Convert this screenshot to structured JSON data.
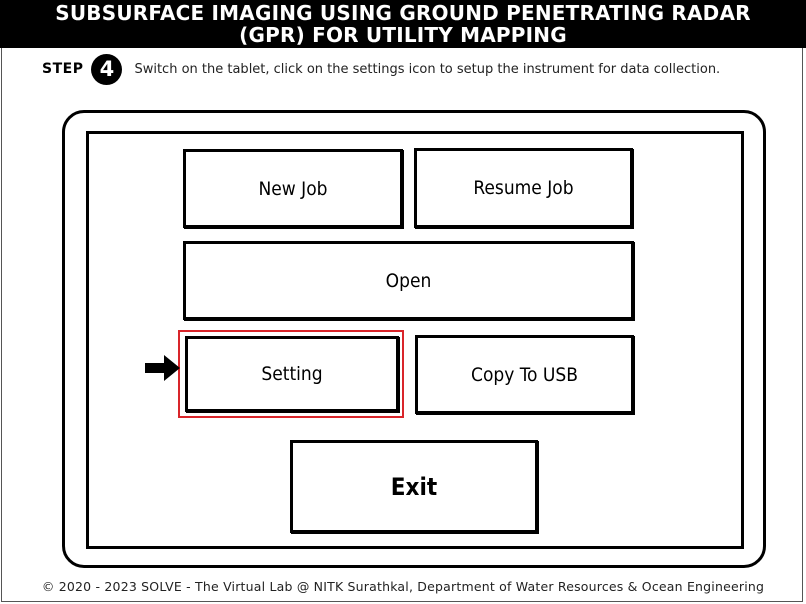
{
  "header": {
    "title_line1": "SUBSURFACE IMAGING USING GROUND PENETRATING RADAR",
    "title_line2": "(GPR) FOR UTILITY MAPPING"
  },
  "step": {
    "label": "STEP",
    "number": "4",
    "instruction": "Switch on the tablet, click on the settings icon to setup the instrument for data collection."
  },
  "tablet": {
    "buttons": {
      "new_job": "New Job",
      "resume_job": "Resume Job",
      "open": "Open",
      "setting": "Setting",
      "copy_to_usb": "Copy To USB",
      "exit": "Exit"
    },
    "highlight_color": "#d9252a",
    "pointer_icon": "right-arrow-icon"
  },
  "footer": {
    "text": "© 2020 - 2023 SOLVE - The Virtual Lab @ NITK Surathkal, Department of Water Resources & Ocean Engineering"
  }
}
